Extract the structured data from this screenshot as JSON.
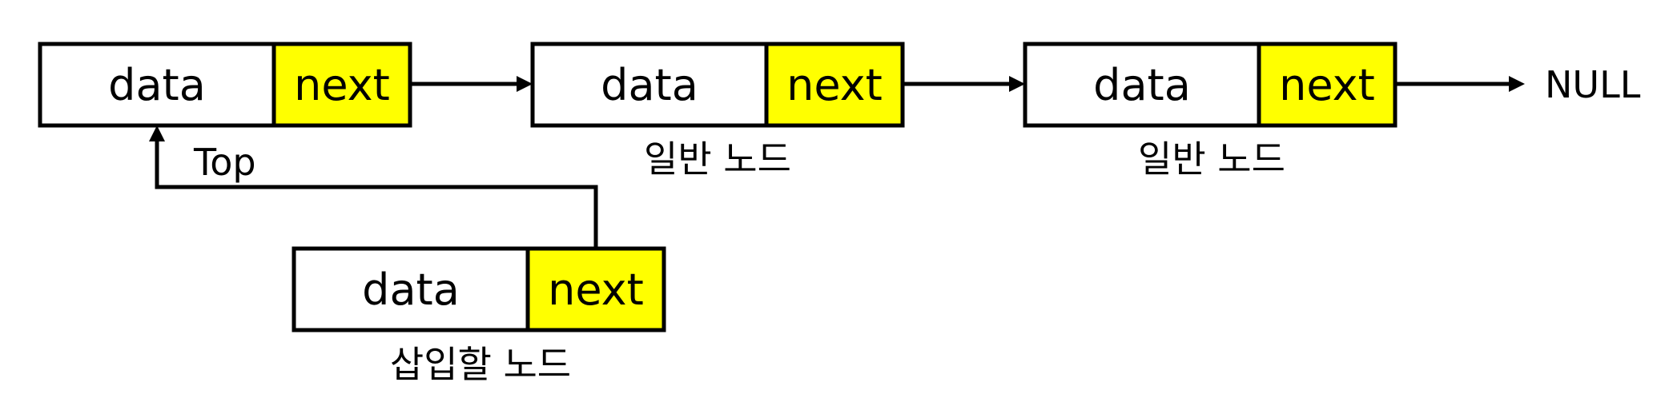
{
  "colors": {
    "data_fill": "#ffffff",
    "next_fill": "#ffff00",
    "stroke": "#000000"
  },
  "nodes": [
    {
      "data_label": "data",
      "next_label": "next",
      "caption": ""
    },
    {
      "data_label": "data",
      "next_label": "next",
      "caption": "일반 노드"
    },
    {
      "data_label": "data",
      "next_label": "next",
      "caption": "일반 노드"
    },
    {
      "data_label": "data",
      "next_label": "next",
      "caption": "삽입할 노드"
    }
  ],
  "labels": {
    "null": "NULL",
    "top": "Top"
  }
}
